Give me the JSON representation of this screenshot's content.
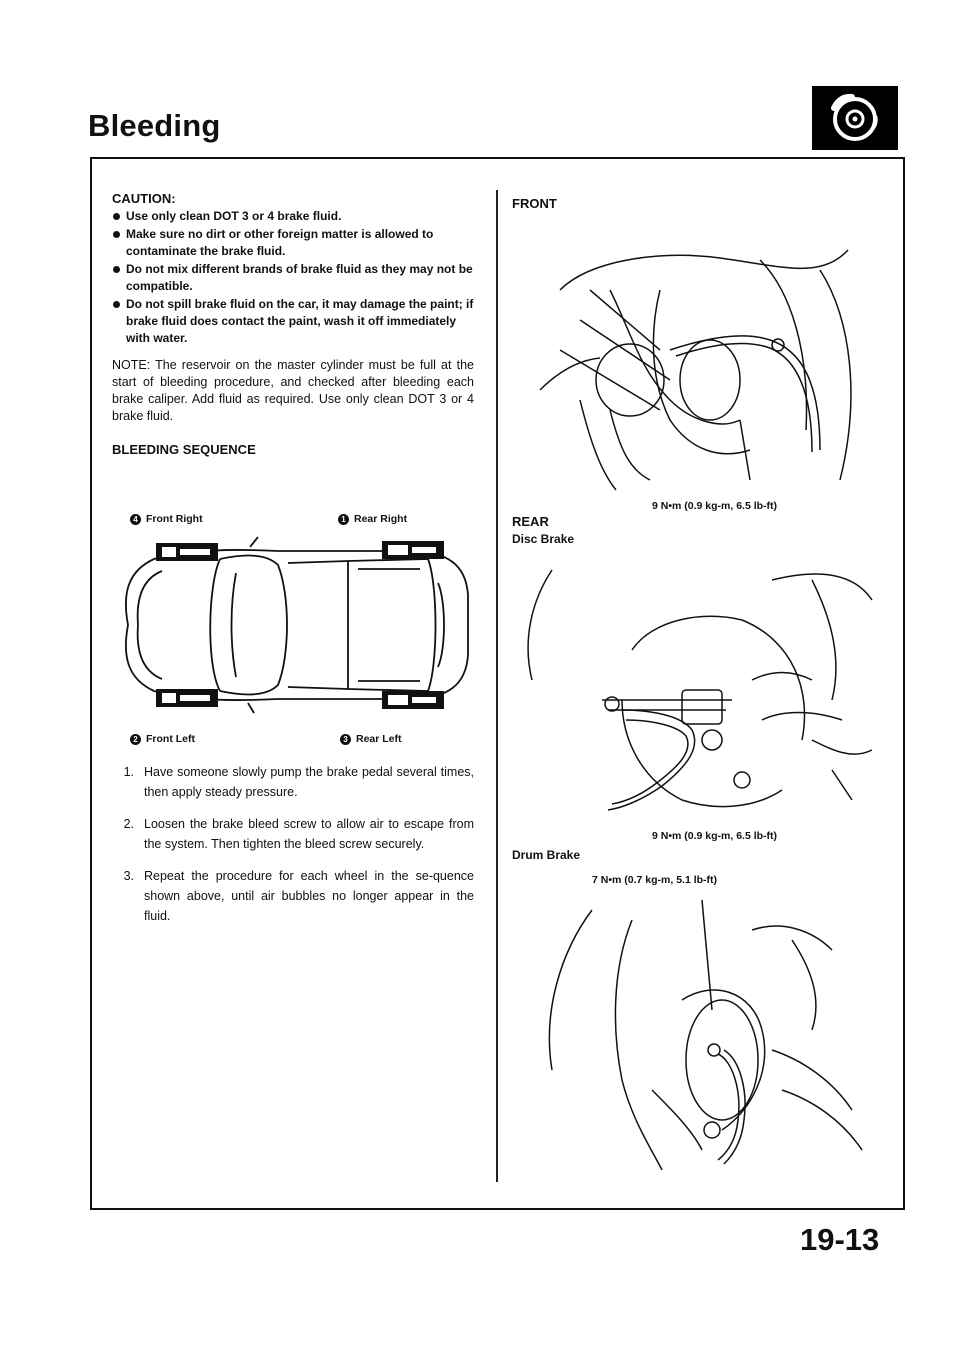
{
  "header": {
    "title": "Bleeding",
    "badge_icon": "brake-disc-icon"
  },
  "caution": {
    "title": "CAUTION:",
    "items": [
      "Use only clean DOT 3 or 4 brake fluid.",
      "Make sure no dirt or other foreign matter is allowed to contaminate the brake fluid.",
      "Do not mix different brands of brake fluid as they may not be compatible.",
      "Do not spill brake fluid on the car, it may damage the paint; if brake fluid does contact the paint, wash it off immediately with water."
    ]
  },
  "note": "NOTE: The reservoir on the master cylinder must be full at the start of bleeding procedure, and checked after bleeding each brake caliper. Add fluid as required. Use only clean DOT 3 or 4 brake fluid.",
  "sequence": {
    "title": "BLEEDING SEQUENCE",
    "front_right": {
      "num": "4",
      "label": "Front Right"
    },
    "rear_right": {
      "num": "1",
      "label": "Rear Right"
    },
    "front_left": {
      "num": "2",
      "label": "Front Left"
    },
    "rear_left": {
      "num": "3",
      "label": "Rear Left"
    }
  },
  "steps": [
    {
      "num": "1.",
      "text": "Have someone slowly pump the brake pedal several times, then apply steady pressure."
    },
    {
      "num": "2.",
      "text": "Loosen the brake bleed screw to allow air to escape from the system. Then tighten the bleed screw securely."
    },
    {
      "num": "3.",
      "text": "Repeat the procedure for each wheel in the se-quence shown above, until air bubbles no longer appear in the fluid."
    }
  ],
  "right": {
    "front_label": "FRONT",
    "front_torque": "9 N•m (0.9 kg-m, 6.5 lb-ft)",
    "rear_label": "REAR",
    "disc_label": "Disc Brake",
    "disc_torque": "9 N•m (0.9 kg-m, 6.5 lb-ft)",
    "drum_label": "Drum Brake",
    "drum_torque": "7 N•m (0.7 kg-m, 5.1 lb-ft)"
  },
  "footer": {
    "page_number": "19-13"
  }
}
